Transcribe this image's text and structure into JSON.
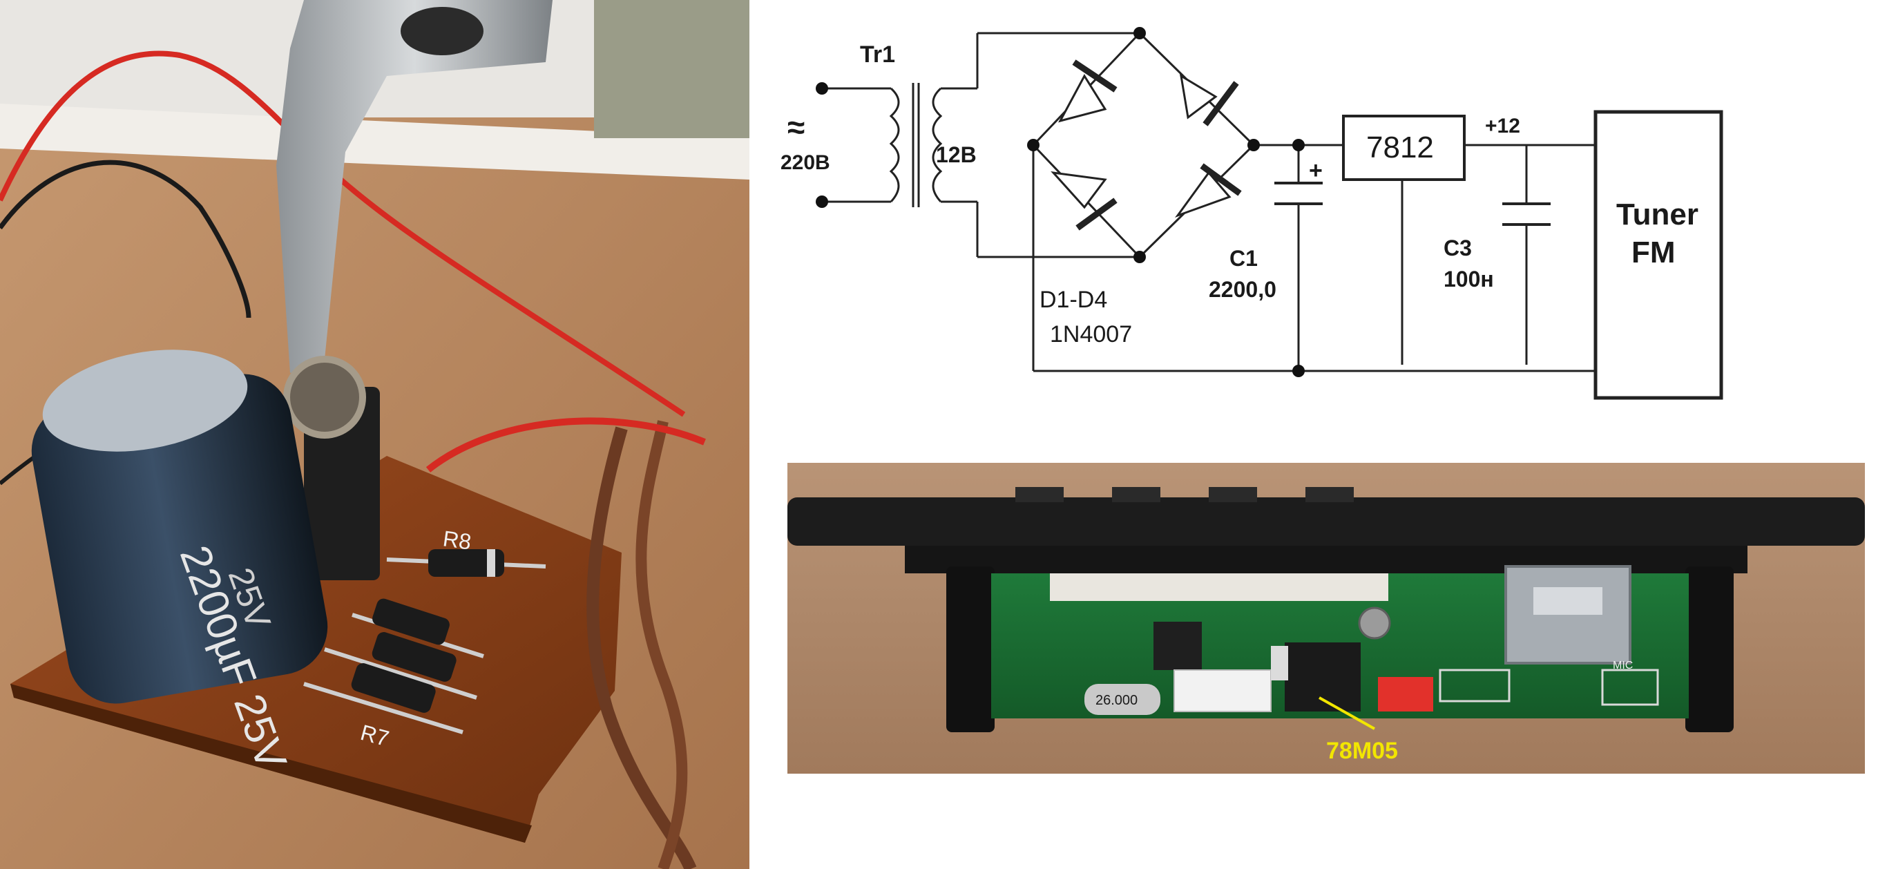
{
  "schematic": {
    "transformer": "Tr1",
    "mains_symbol": "≈",
    "mains_voltage": "220В",
    "secondary_voltage": "12В",
    "bridge_ref": "D1-D4",
    "bridge_part": "1N4007",
    "cap1_ref": "C1",
    "cap1_value": "2200,0",
    "cap_polarity": "+",
    "regulator": "7812",
    "output_voltage": "+12",
    "cap3_ref": "C3",
    "cap3_value": "100н",
    "load_line1": "Tuner",
    "load_line2": "FM"
  },
  "photo_left": {
    "capacitor_marking": "2200µF 25V",
    "capacitor_marking2": "25V",
    "resistor_label_top": "R8",
    "resistor_label_bottom": "R7"
  },
  "photo_board": {
    "crystal_marking": "26.000",
    "regulator_label": "78M05",
    "mic_label": "MIC",
    "callout_color": "#f2e600"
  }
}
